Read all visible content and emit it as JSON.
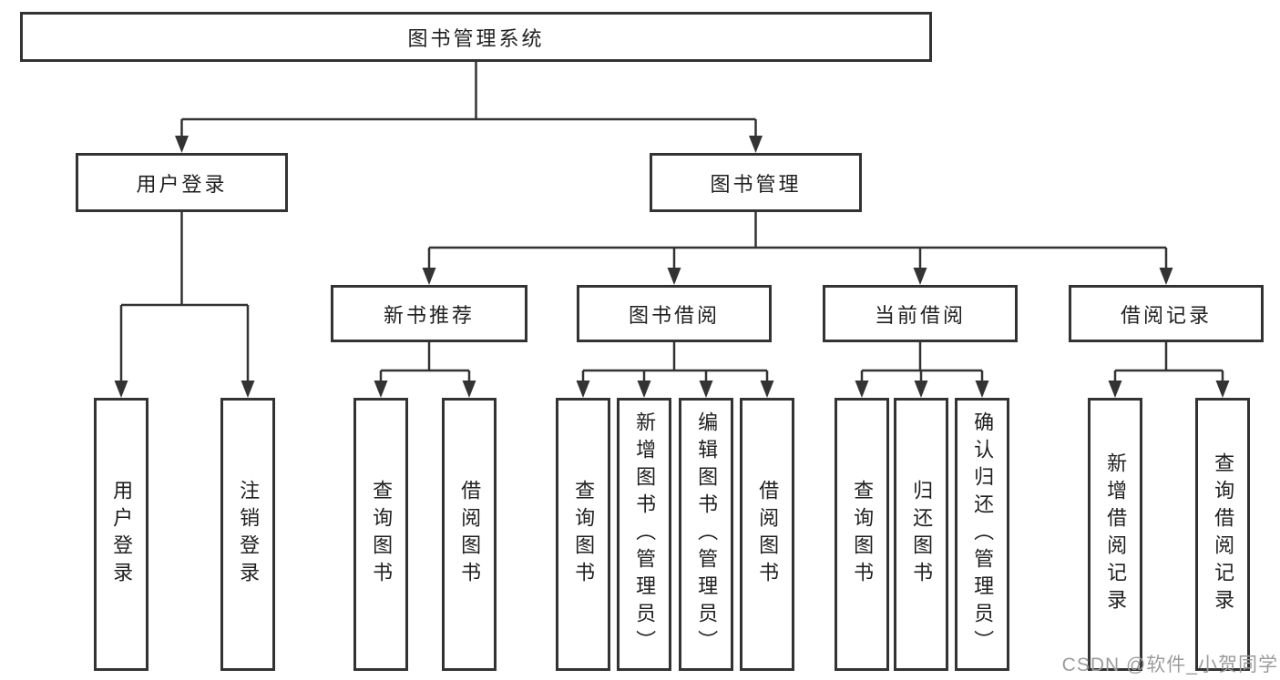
{
  "colors": {
    "line": "#333333",
    "text": "#1f1f1f",
    "watermark": "#9c9c9c",
    "bg": "#ffffff"
  },
  "watermark": {
    "text": "CSDN @软件_小贺同学"
  },
  "tree": {
    "label": "图书管理系统",
    "children": [
      {
        "label": "用户登录",
        "children": [
          {
            "label": "用户登录"
          },
          {
            "label": "注销登录"
          }
        ]
      },
      {
        "label": "图书管理",
        "children": [
          {
            "label": "新书推荐",
            "children": [
              {
                "label": "查询图书"
              },
              {
                "label": "借阅图书"
              }
            ]
          },
          {
            "label": "图书借阅",
            "children": [
              {
                "label": "查询图书"
              },
              {
                "label": "新增图书（管理员）"
              },
              {
                "label": "编辑图书（管理员）"
              },
              {
                "label": "借阅图书"
              }
            ]
          },
          {
            "label": "当前借阅",
            "children": [
              {
                "label": "查询图书"
              },
              {
                "label": "归还图书"
              },
              {
                "label": "确认归还（管理员）"
              }
            ]
          },
          {
            "label": "借阅记录",
            "children": [
              {
                "label": "新增借阅记录"
              },
              {
                "label": "查询借阅记录"
              }
            ]
          }
        ]
      }
    ]
  }
}
